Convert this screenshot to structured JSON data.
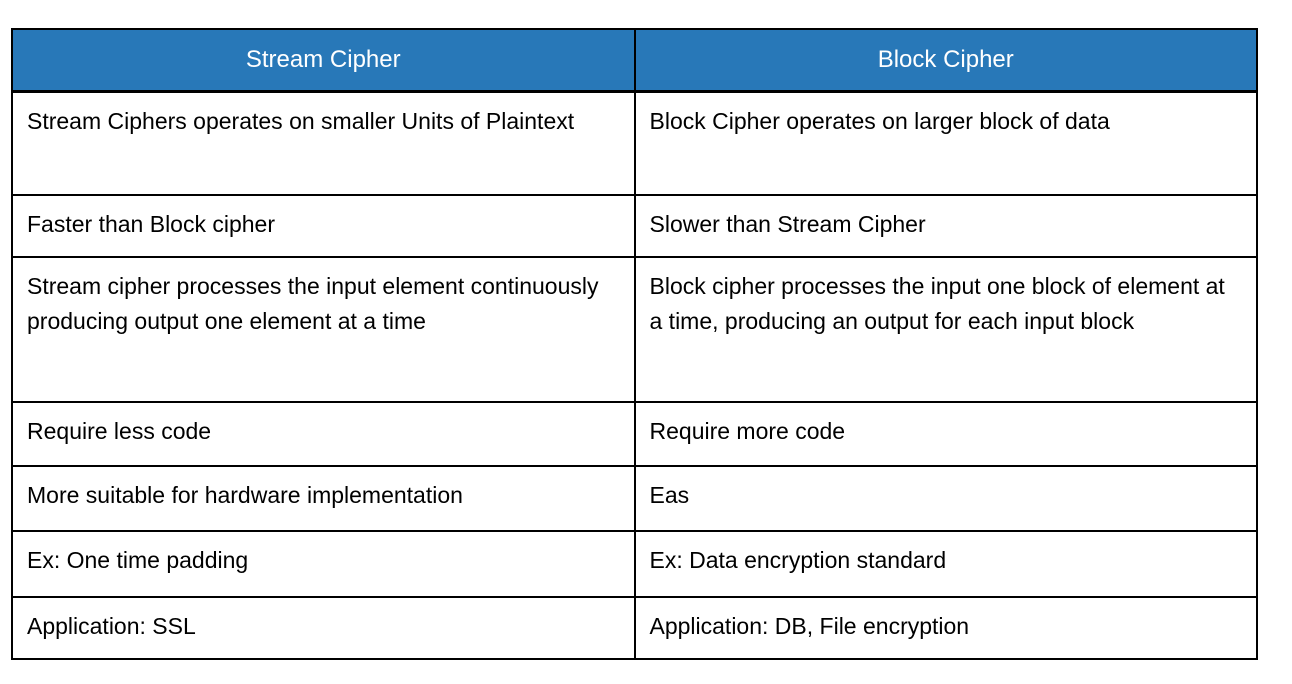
{
  "table": {
    "title": "Stream Cipher vs Block Cipher comparison",
    "colors": {
      "header_bg": "#2878b8",
      "header_text": "#ffffff",
      "border": "#000000",
      "body_text": "#000000",
      "page_bg": "#ffffff"
    },
    "headers": {
      "stream": "Stream Cipher",
      "block": "Block Cipher"
    },
    "rows": [
      {
        "stream": "Stream Ciphers operates on smaller Units of Plaintext",
        "block": "Block Cipher operates on larger block of data"
      },
      {
        "stream": "Faster than Block cipher",
        "block": "Slower than Stream Cipher"
      },
      {
        "stream": "Stream cipher processes the input element continuously producing output one element at a time",
        "block": "Block cipher processes the input one block of element at a time, producing an output for each input block"
      },
      {
        "stream": "Require less code",
        "block": "Require more code"
      },
      {
        "stream": "More suitable for hardware implementation",
        "block": "Eas"
      },
      {
        "stream": "Ex: One time padding",
        "block": "Ex: Data encryption standard"
      },
      {
        "stream": "Application: SSL",
        "block": "Application: DB, File encryption"
      }
    ]
  }
}
